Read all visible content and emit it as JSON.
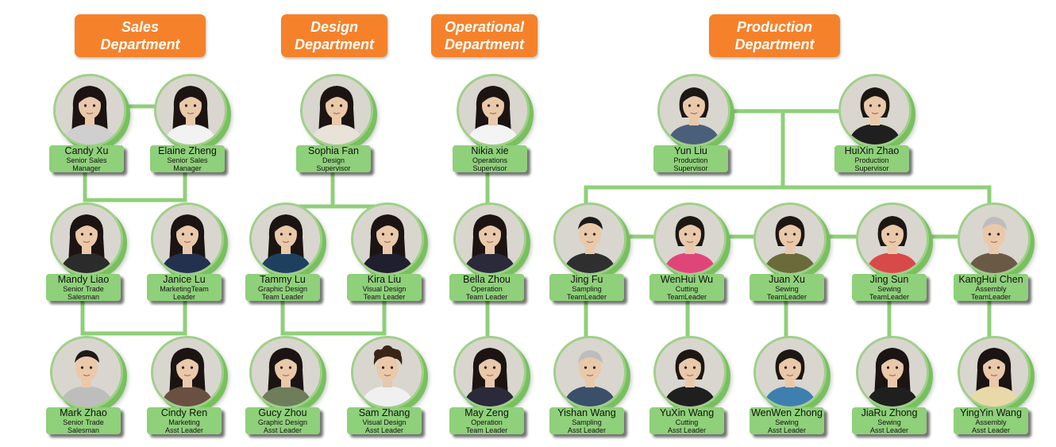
{
  "colors": {
    "header_fill": "#f5822a",
    "card_fill": "#8fd07a",
    "connector": "#8fcf7a",
    "photo_ring": "#77c15d"
  },
  "departments": [
    {
      "id": "sales",
      "title": "Sales\nDepartment"
    },
    {
      "id": "design",
      "title": "Design\nDepartment"
    },
    {
      "id": "operational",
      "title": "Operational\nDepartment"
    },
    {
      "id": "production",
      "title": "Production\nDepartment"
    }
  ],
  "people": [
    {
      "id": "candy",
      "name": "Candy Xu",
      "role1": "Senior Sales",
      "role2": "Manager",
      "avatar": "woman-long-hair",
      "shirt": "#cfcfcf",
      "dept": "sales"
    },
    {
      "id": "elaine",
      "name": "Elaine Zheng",
      "role1": "Senior Sales",
      "role2": "Manager",
      "avatar": "woman-long-hair",
      "shirt": "#f2f2f2",
      "dept": "sales"
    },
    {
      "id": "mandy",
      "name": "Mandy Liao",
      "role1": "Senior Trade",
      "role2": "Salesman",
      "avatar": "woman-long-hair",
      "shirt": "#2b2b2b",
      "dept": "sales"
    },
    {
      "id": "janice",
      "name": "Janice Lu",
      "role1": "MarketingTeam",
      "role2": "Leader",
      "avatar": "woman-long-hair",
      "shirt": "#23314f",
      "dept": "sales"
    },
    {
      "id": "mark",
      "name": "Mark Zhao",
      "role1": "Senior Trade",
      "role2": "Salesman",
      "avatar": "man-short-hair",
      "shirt": "#bdbdbd",
      "dept": "sales"
    },
    {
      "id": "cindy",
      "name": "Cindy Ren",
      "role1": "Marketing",
      "role2": "Asst Leader",
      "avatar": "woman-long-hair",
      "shirt": "#6a5040",
      "dept": "sales"
    },
    {
      "id": "sophia",
      "name": "Sophia Fan",
      "role1": "Design",
      "role2": "Supervisor",
      "avatar": "woman-long-hair",
      "shirt": "#e8e2d8",
      "dept": "design"
    },
    {
      "id": "tammy",
      "name": "Tammy Lu",
      "role1": "Graphic Design",
      "role2": "Team Leader",
      "avatar": "woman-long-hair",
      "shirt": "#1f3f5f",
      "dept": "design"
    },
    {
      "id": "kira",
      "name": "Kira Liu",
      "role1": "Visual Design",
      "role2": "Team Leader",
      "avatar": "woman-long-hair",
      "shirt": "#1f1f2f",
      "dept": "design"
    },
    {
      "id": "gucy",
      "name": "Gucy Zhou",
      "role1": "Graphic Design",
      "role2": "Asst Leader",
      "avatar": "woman-long-hair",
      "shirt": "#6e7e5a",
      "dept": "design"
    },
    {
      "id": "sam",
      "name": "Sam Zhang",
      "role1": "Visual Design",
      "role2": "Asst Leader",
      "avatar": "man-curly-hair",
      "shirt": "#f0f0f0",
      "dept": "design"
    },
    {
      "id": "nikia",
      "name": "Nikia xie",
      "role1": "Operations",
      "role2": "Supervisor",
      "avatar": "woman-long-hair",
      "shirt": "#f4f4f4",
      "dept": "operational"
    },
    {
      "id": "bella",
      "name": "Bella Zhou",
      "role1": "Operation",
      "role2": "Team Leader",
      "avatar": "woman-long-hair",
      "shirt": "#2a2a3a",
      "dept": "operational"
    },
    {
      "id": "may",
      "name": "May Zeng",
      "role1": "Operation",
      "role2": "Team Leader",
      "avatar": "woman-long-hair",
      "shirt": "#2a2a3a",
      "dept": "operational"
    },
    {
      "id": "yun",
      "name": "Yun Liu",
      "role1": "Production",
      "role2": "Supervisor",
      "avatar": "woman-short-hair",
      "shirt": "#4a5f7a",
      "dept": "production"
    },
    {
      "id": "huixin",
      "name": "HuiXin Zhao",
      "role1": "Production",
      "role2": "Supervisor",
      "avatar": "woman-short-hair",
      "shirt": "#1f1f1f",
      "dept": "production"
    },
    {
      "id": "jingfu",
      "name": "Jing Fu",
      "role1": "Sampling",
      "role2": "TeamLeader",
      "avatar": "man-short-hair",
      "shirt": "#2f2f2f",
      "dept": "production"
    },
    {
      "id": "wenhui",
      "name": "WenHui Wu",
      "role1": "Cutting",
      "role2": "TeamLeader",
      "avatar": "woman-short-hair",
      "shirt": "#e0457a",
      "dept": "production"
    },
    {
      "id": "juan",
      "name": "Juan Xu",
      "role1": "Sewing",
      "role2": "TeamLeader",
      "avatar": "woman-short-hair",
      "shirt": "#6a6a3a",
      "dept": "production"
    },
    {
      "id": "jingsun",
      "name": "Jing Sun",
      "role1": "Sewing",
      "role2": "TeamLeader",
      "avatar": "woman-short-hair",
      "shirt": "#d84a4a",
      "dept": "production"
    },
    {
      "id": "kanghui",
      "name": "KangHui Chen",
      "role1": "Assembly",
      "role2": "TeamLeader",
      "avatar": "man-gray-hair",
      "shirt": "#6a5a45",
      "dept": "production"
    },
    {
      "id": "yishan",
      "name": "Yishan Wang",
      "role1": "Sampling",
      "role2": "Asst Leader",
      "avatar": "man-gray-hair",
      "shirt": "#3a4f6a",
      "dept": "production"
    },
    {
      "id": "yuxin",
      "name": "YuXin Wang",
      "role1": "Cutting",
      "role2": "Asst Leader",
      "avatar": "woman-short-hair",
      "shirt": "#1f1f1f",
      "dept": "production"
    },
    {
      "id": "wenwen",
      "name": "WenWen Zhong",
      "role1": "Sewing",
      "role2": "Asst Leader",
      "avatar": "woman-short-hair",
      "shirt": "#3f7fb0",
      "dept": "production"
    },
    {
      "id": "jiaru",
      "name": "JiaRu Zhong",
      "role1": "Sewing",
      "role2": "Asst Leader",
      "avatar": "woman-long-hair",
      "shirt": "#1f1f1f",
      "dept": "production"
    },
    {
      "id": "yingyin",
      "name": "YingYin Wang",
      "role1": "Assembly",
      "role2": "Asst Leader",
      "avatar": "woman-long-hair",
      "shirt": "#ead9a8",
      "dept": "production"
    }
  ]
}
